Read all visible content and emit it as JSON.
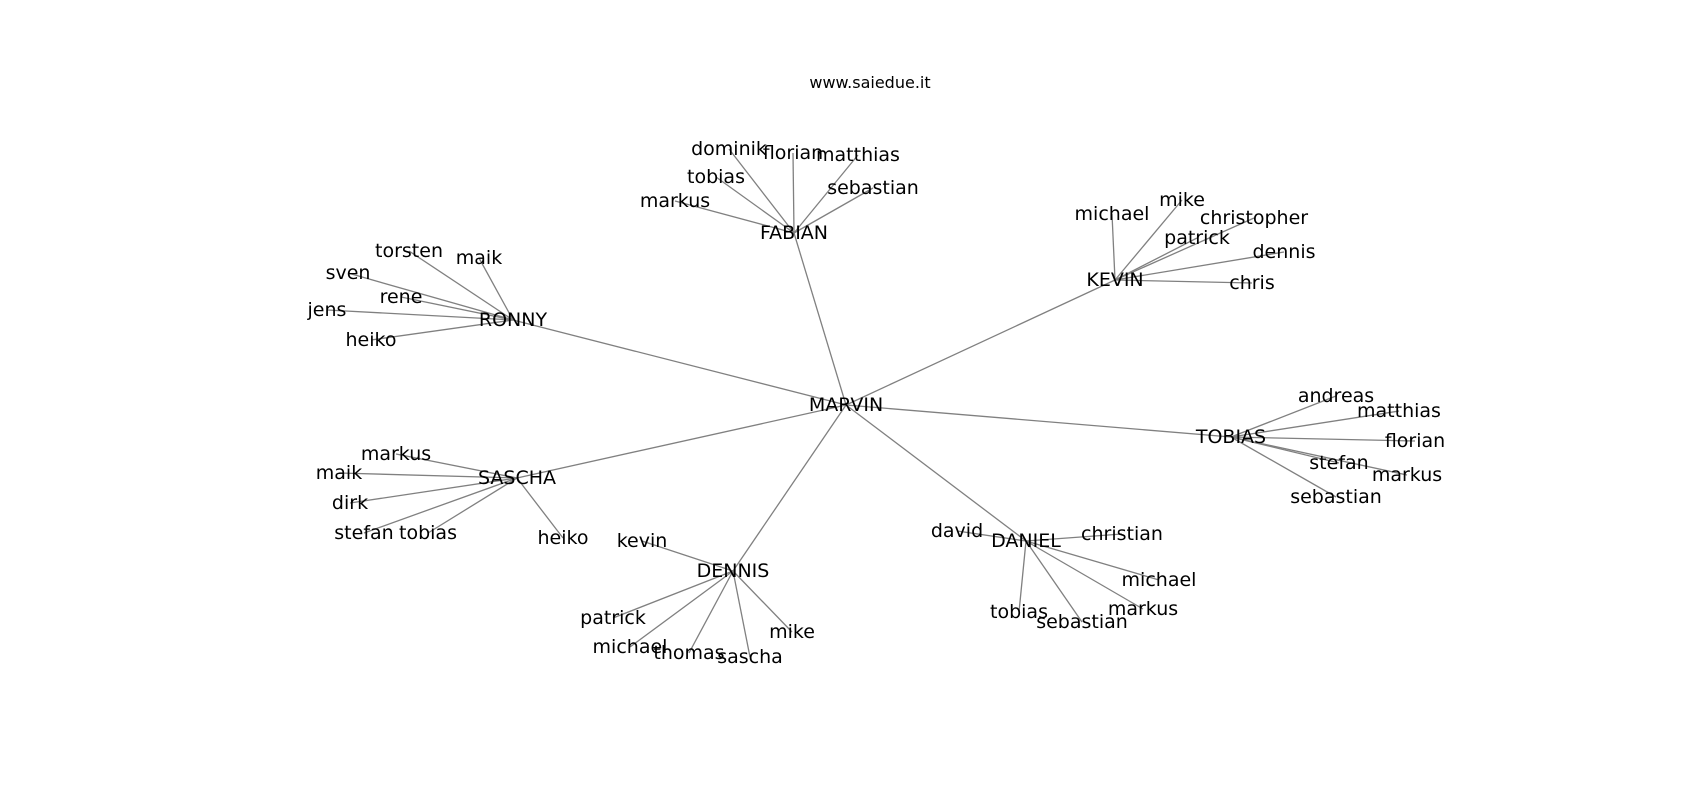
{
  "watermark": "www.saiedue.it",
  "colors": {
    "edge": "#808080",
    "text": "#000000",
    "background": "#ffffff"
  },
  "root": {
    "id": "marvin",
    "label": "MARVIN"
  },
  "hubs": [
    {
      "id": "fabian",
      "label": "FABIAN",
      "children": [
        {
          "id": "fabian-dominik",
          "label": "dominik"
        },
        {
          "id": "fabian-florian",
          "label": "florian"
        },
        {
          "id": "fabian-matthias",
          "label": "matthias"
        },
        {
          "id": "fabian-tobias",
          "label": "tobias"
        },
        {
          "id": "fabian-sebastian",
          "label": "sebastian"
        },
        {
          "id": "fabian-markus",
          "label": "markus"
        }
      ]
    },
    {
      "id": "kevin",
      "label": "KEVIN",
      "children": [
        {
          "id": "kevin-michael",
          "label": "michael"
        },
        {
          "id": "kevin-mike",
          "label": "mike"
        },
        {
          "id": "kevin-christopher",
          "label": "christopher"
        },
        {
          "id": "kevin-patrick",
          "label": "patrick"
        },
        {
          "id": "kevin-dennis",
          "label": "dennis"
        },
        {
          "id": "kevin-chris",
          "label": "chris"
        }
      ]
    },
    {
      "id": "ronny",
      "label": "RONNY",
      "children": [
        {
          "id": "ronny-torsten",
          "label": "torsten"
        },
        {
          "id": "ronny-maik",
          "label": "maik"
        },
        {
          "id": "ronny-sven",
          "label": "sven"
        },
        {
          "id": "ronny-rene",
          "label": "rene"
        },
        {
          "id": "ronny-jens",
          "label": "jens"
        },
        {
          "id": "ronny-heiko",
          "label": "heiko"
        }
      ]
    },
    {
      "id": "tobias",
      "label": "TOBIAS",
      "children": [
        {
          "id": "tobias-andreas",
          "label": "andreas"
        },
        {
          "id": "tobias-matthias",
          "label": "matthias"
        },
        {
          "id": "tobias-florian",
          "label": "florian"
        },
        {
          "id": "tobias-stefan",
          "label": "stefan"
        },
        {
          "id": "tobias-markus",
          "label": "markus"
        },
        {
          "id": "tobias-sebastian",
          "label": "sebastian"
        }
      ]
    },
    {
      "id": "sascha",
      "label": "SASCHA",
      "children": [
        {
          "id": "sascha-markus",
          "label": "markus"
        },
        {
          "id": "sascha-maik",
          "label": "maik"
        },
        {
          "id": "sascha-dirk",
          "label": "dirk"
        },
        {
          "id": "sascha-stefan",
          "label": "stefan"
        },
        {
          "id": "sascha-tobias",
          "label": "tobias"
        },
        {
          "id": "sascha-heiko",
          "label": "heiko"
        }
      ]
    },
    {
      "id": "dennis",
      "label": "DENNIS",
      "children": [
        {
          "id": "dennis-kevin",
          "label": "kevin"
        },
        {
          "id": "dennis-patrick",
          "label": "patrick"
        },
        {
          "id": "dennis-michael",
          "label": "michael"
        },
        {
          "id": "dennis-thomas",
          "label": "thomas"
        },
        {
          "id": "dennis-sascha",
          "label": "sascha"
        },
        {
          "id": "dennis-mike",
          "label": "mike"
        }
      ]
    },
    {
      "id": "daniel",
      "label": "DANIEL",
      "children": [
        {
          "id": "daniel-david",
          "label": "david"
        },
        {
          "id": "daniel-christian",
          "label": "christian"
        },
        {
          "id": "daniel-michael",
          "label": "michael"
        },
        {
          "id": "daniel-markus",
          "label": "markus"
        },
        {
          "id": "daniel-sebastian",
          "label": "sebastian"
        },
        {
          "id": "daniel-tobias",
          "label": "tobias"
        }
      ]
    }
  ]
}
